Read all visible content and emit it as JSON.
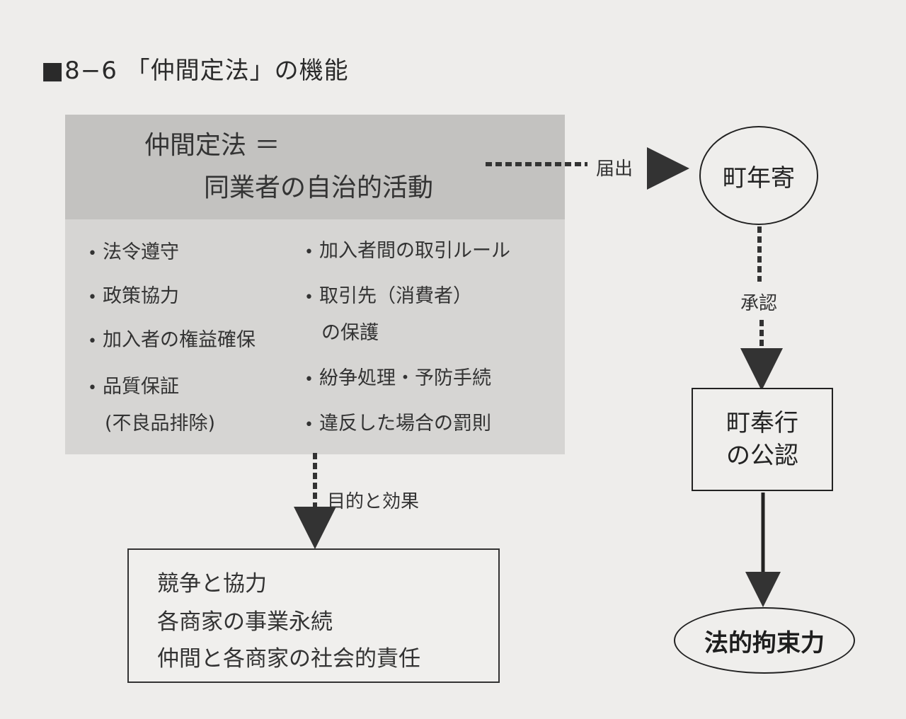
{
  "title": "■8−6 「仲間定法」の機能",
  "main": {
    "head_line1": "仲間定法 ＝",
    "head_line2": "同業者の自治的活動",
    "left_items": [
      "法令遵守",
      "政策協力",
      "加入者の権益確保",
      "品質保証"
    ],
    "left_item4_cont": "(不良品排除)",
    "right_items": [
      "加入者間の取引ルール",
      "取引先（消費者）",
      "紛争処理・予防手続",
      "違反した場合の罰則"
    ],
    "right_item2_cont": "の保護"
  },
  "result": {
    "lines": [
      "競争と協力",
      "各商家の事業永続",
      "仲間と各商家の社会的責任"
    ]
  },
  "nodes": {
    "machidoshiyori": "町年寄",
    "bugyo_line1": "町奉行",
    "bugyo_line2": "の公認",
    "binding": "法的拘束力"
  },
  "edges": {
    "todokede": "届出",
    "shonin": "承認",
    "purpose": "目的と効果"
  }
}
